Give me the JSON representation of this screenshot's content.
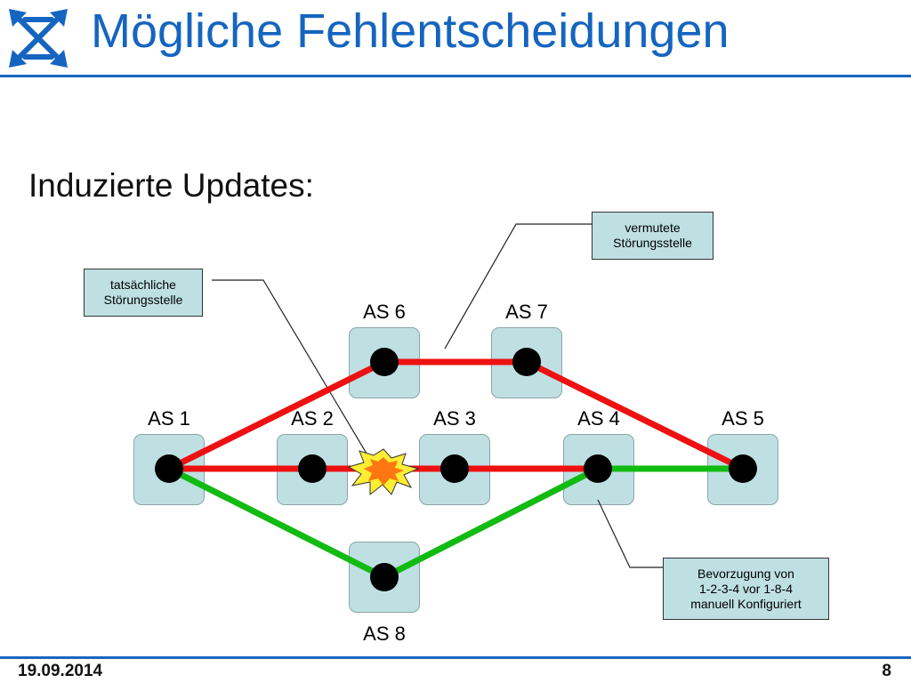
{
  "slide": {
    "title": "Mögliche Fehlentscheidungen",
    "subtitle": "Induzierte Updates:",
    "date": "19.09.2014",
    "page_number": "8"
  },
  "nodes": [
    {
      "id": "as1",
      "label": "AS 1"
    },
    {
      "id": "as2",
      "label": "AS 2"
    },
    {
      "id": "as3",
      "label": "AS 3"
    },
    {
      "id": "as4",
      "label": "AS 4"
    },
    {
      "id": "as5",
      "label": "AS 5"
    },
    {
      "id": "as6",
      "label": "AS 6"
    },
    {
      "id": "as7",
      "label": "AS 7"
    },
    {
      "id": "as8",
      "label": "AS 8"
    }
  ],
  "paths": {
    "red_upper": [
      "AS 1",
      "AS 6",
      "AS 7",
      "AS 5"
    ],
    "red_middle": [
      "AS 1",
      "AS 2",
      "AS 3",
      "AS 4"
    ],
    "green": [
      "AS 1",
      "AS 8",
      "AS 4",
      "AS 5"
    ]
  },
  "callouts": {
    "suspected": "vermutete\nStörungsstelle",
    "actual": "tatsächliche\nStörungsstelle",
    "preference": "Bevorzugung von\n1-2-3-4 vor 1-8-4\nmanuell Konfiguriert"
  },
  "colors": {
    "title_blue": "#1565c0",
    "node_fill": "#bfe0e3",
    "path_red": "#ee1111",
    "path_green": "#11bb11",
    "explosion_yellow": "#ffee33",
    "explosion_orange": "#ff7711"
  },
  "icons": {
    "logo": "four-arrows-logo-icon",
    "failure": "explosion-icon"
  }
}
